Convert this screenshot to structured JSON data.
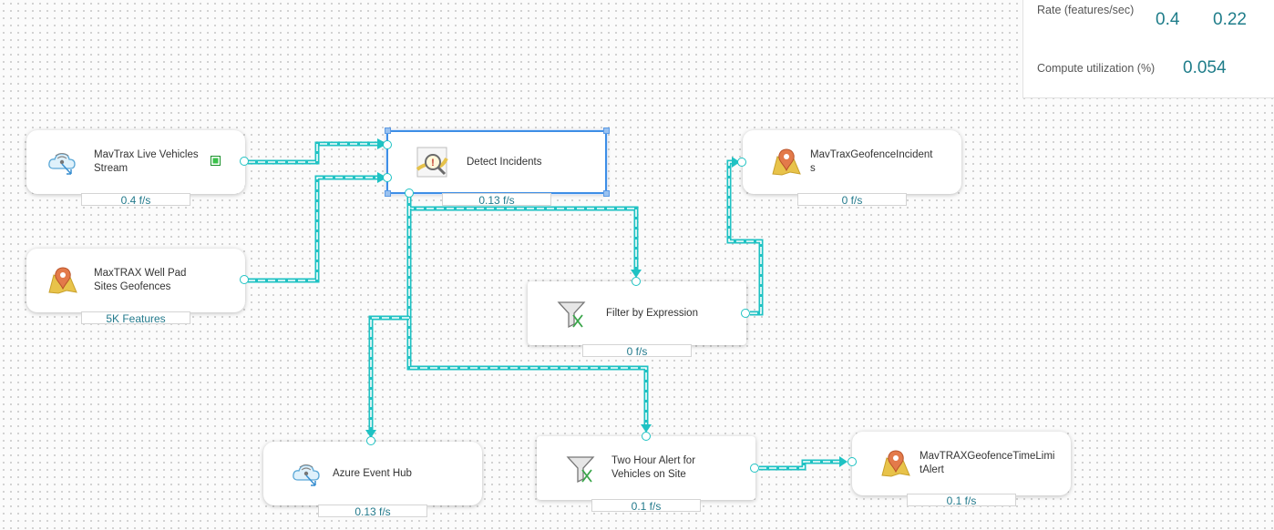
{
  "stats": {
    "rate_label": "Rate (features/sec)",
    "rate_in": "0.4",
    "rate_out": "0.22",
    "compute_label": "Compute utilization (%)",
    "compute_value": "0.054"
  },
  "nodes": {
    "mavtrax_live": {
      "title": "MavTrax Live Vehicles Stream",
      "rate": "0.4 f/s",
      "icon": "cloud-stream-icon"
    },
    "well_pad": {
      "title": "MaxTRAX Well Pad Sites Geofences",
      "rate": "5K Features",
      "icon": "map-pin-icon"
    },
    "detect": {
      "title": "Detect Incidents",
      "rate": "0.13 f/s",
      "icon": "detect-incidents-icon"
    },
    "geofence_incidents": {
      "title": "MavTraxGeofenceIncidents",
      "rate": "0 f/s",
      "icon": "map-pin-icon"
    },
    "filter": {
      "title": "Filter by Expression",
      "rate": "0 f/s",
      "icon": "filter-funnel-icon"
    },
    "azure": {
      "title": "Azure Event Hub",
      "rate": "0.13 f/s",
      "icon": "cloud-stream-icon"
    },
    "two_hour": {
      "title": "Two Hour Alert for Vehicles on Site",
      "rate": "0.1 f/s",
      "icon": "filter-funnel-icon"
    },
    "time_limit": {
      "title": "MavTRAXGeofenceTimeLimitAlert",
      "rate": "0.1 f/s",
      "icon": "map-pin-icon"
    }
  },
  "colors": {
    "wire": "#1ec2c3",
    "selection": "#3d8ee6",
    "rate_text": "#237a8c",
    "status_running": "#3ac24a"
  }
}
